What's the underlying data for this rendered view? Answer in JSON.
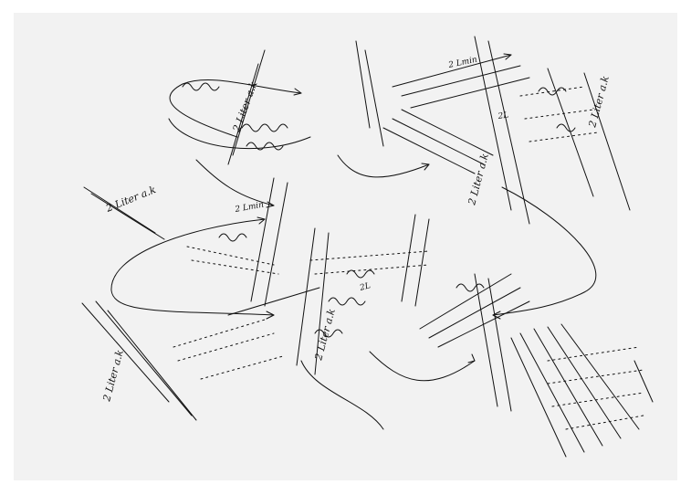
{
  "artwork": {
    "background_color": "#f2f2f2",
    "border_color": "#ffffff",
    "ink_color": "#111111"
  },
  "inscriptions": {
    "primary": "2 Liter a.k",
    "flow": "2 Lmin",
    "short": "2L"
  }
}
